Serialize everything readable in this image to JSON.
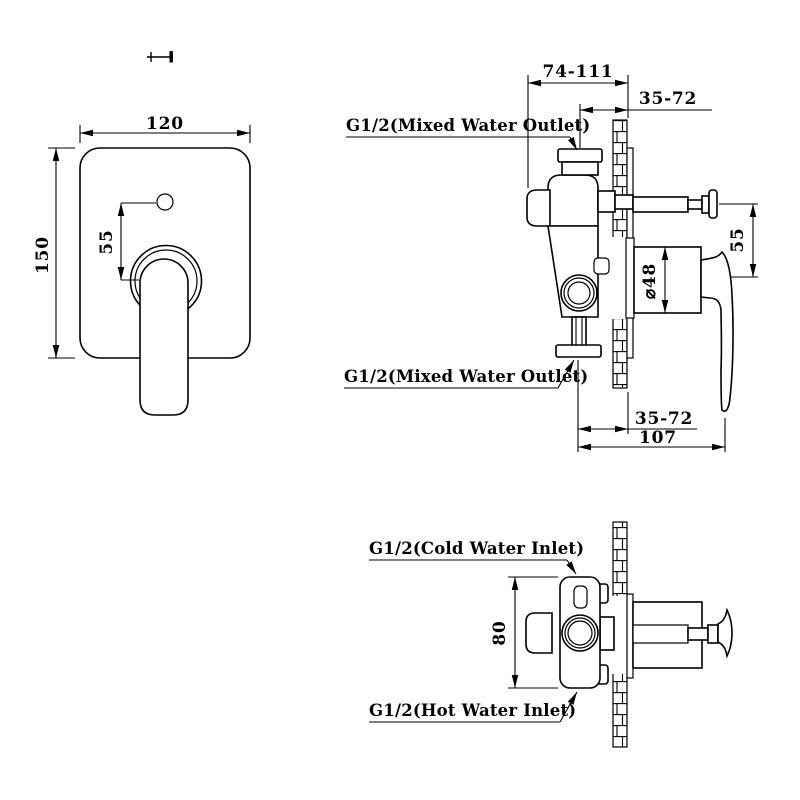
{
  "drawing": {
    "title": "concealed-shower-mixer-dimension-drawing",
    "colors": {
      "line": "#000000",
      "background": "#ffffff"
    },
    "front_view": {
      "width_dim": "120",
      "height_dim": "150",
      "diverter_offset_dim": "55"
    },
    "side_view": {
      "outlet_label_top": "G1/2(Mixed Water Outlet)",
      "outlet_label_bottom": "G1/2(Mixed Water Outlet)",
      "depth_range_dim": "74-111",
      "wall_thickness_top_dim": "35-72",
      "knob_offset_dim": "55",
      "trim_diameter_dim": "⌀48",
      "wall_thickness_bottom_dim": "35-72",
      "total_depth_dim": "107"
    },
    "top_view": {
      "cold_inlet_label": "G1/2(Cold Water Inlet)",
      "hot_inlet_label": "G1/2(Hot Water Inlet)",
      "body_width_dim": "80"
    }
  }
}
